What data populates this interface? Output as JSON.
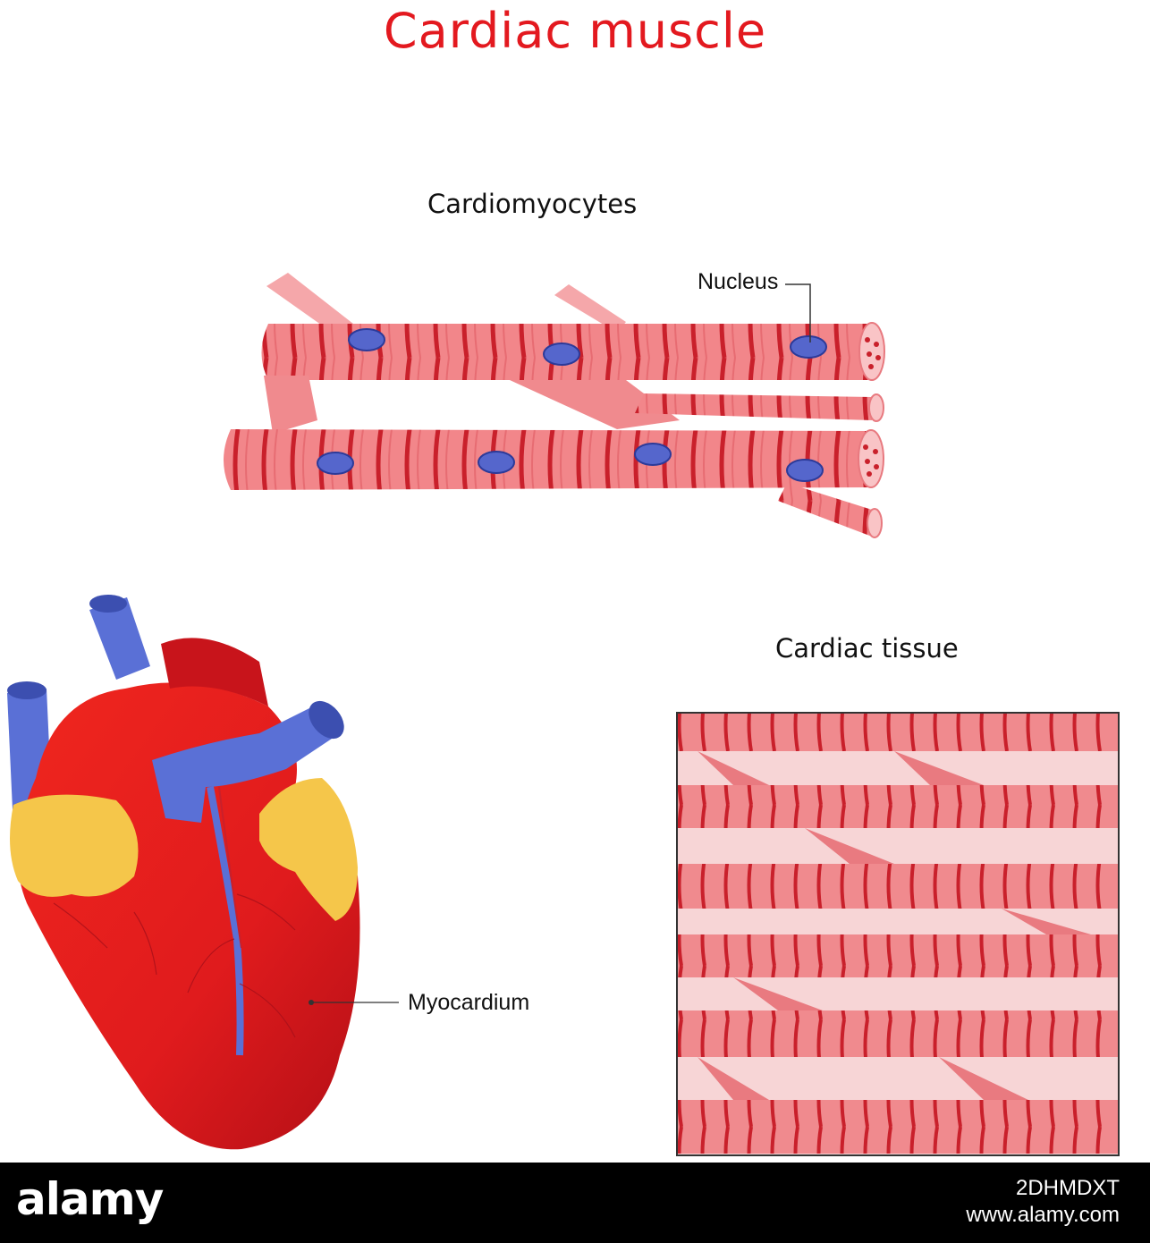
{
  "title": "Cardiac muscle",
  "sections": {
    "cardiomyocytes": "Cardiomyocytes",
    "cardiac_tissue": "Cardiac tissue"
  },
  "labels": {
    "nucleus": "Nucleus",
    "myocardium": "Myocardium"
  },
  "footer": {
    "logo": "alamy",
    "image_id": "2DHMDXT",
    "url": "www.alamy.com"
  },
  "colors": {
    "title": "#e3191f",
    "muscle": "#f2868a",
    "striation": "#c9202b",
    "nucleus": "#5566cc",
    "heart": "#e8201c",
    "fat": "#f5c64a",
    "vessel": "#5a70d6"
  }
}
